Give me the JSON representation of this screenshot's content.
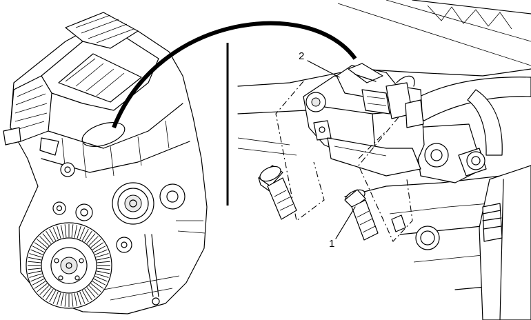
{
  "callouts": [
    {
      "label": "1",
      "part": "bolt"
    },
    {
      "label": "2",
      "part": "sensor-module"
    }
  ],
  "colors": {
    "line": "#000000",
    "background": "#ffffff",
    "shade": "#e9e9e9"
  }
}
